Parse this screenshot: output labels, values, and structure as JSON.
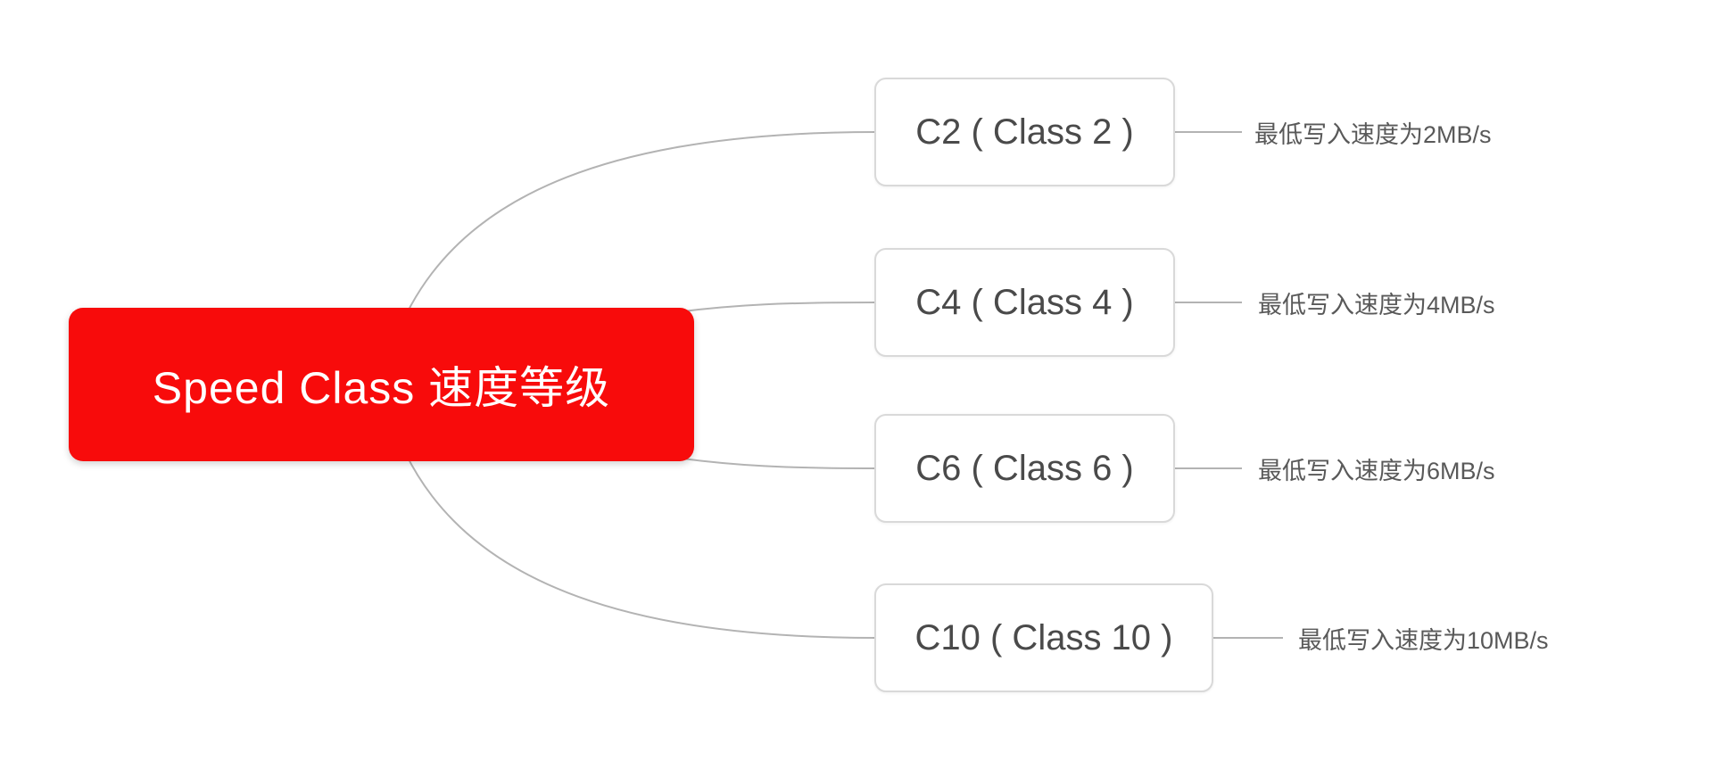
{
  "mindmap": {
    "root": {
      "label": "Speed Class 速度等级",
      "bg_color": "#f80b0b",
      "text_color": "#ffffff"
    },
    "children": [
      {
        "label": "C2 ( Class 2 )",
        "note": "最低写入速度为2MB/s"
      },
      {
        "label": "C4 ( Class 4 )",
        "note": "最低写入速度为4MB/s"
      },
      {
        "label": "C6 ( Class 6 )",
        "note": "最低写入速度为6MB/s"
      },
      {
        "label": "C10 ( Class 10 )",
        "note": "最低写入速度为10MB/s"
      }
    ],
    "colors": {
      "connector": "#b3b3b3",
      "node_border": "#d9d9d9",
      "node_text": "#4a4a4a",
      "note_text": "#595959",
      "background": "#ffffff"
    }
  }
}
